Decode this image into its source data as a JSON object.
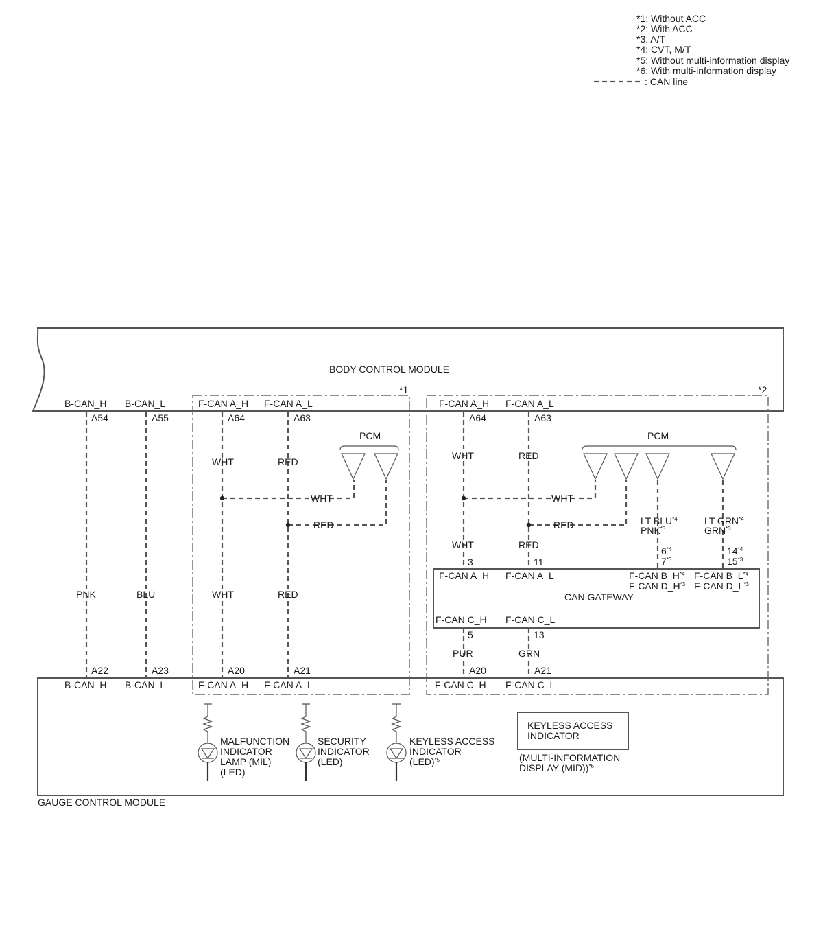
{
  "legend": {
    "notes": [
      "*1: Without ACC",
      "*2: With ACC",
      "*3: A/T",
      "*4: CVT, M/T",
      "*5: Without multi-information display",
      "*6: With multi-information display"
    ],
    "can_line": ": CAN line"
  },
  "modules": {
    "bcm": "BODY CONTROL MODULE",
    "gcm": "GAUGE CONTROL MODULE",
    "pcm": "PCM",
    "gateway": "CAN GATEWAY"
  },
  "variants": {
    "v1": "*1",
    "v2": "*2"
  },
  "bcm_pins": {
    "bcan_h": "B-CAN_H",
    "bcan_l": "B-CAN_L",
    "fcan_ah": "F-CAN A_H",
    "fcan_al": "F-CAN A_L",
    "a54": "A54",
    "a55": "A55",
    "a64": "A64",
    "a63": "A63"
  },
  "gcm_pins": {
    "bcan_h": "B-CAN_H",
    "bcan_l": "B-CAN_L",
    "fcan_ah": "F-CAN A_H",
    "fcan_al": "F-CAN A_L",
    "fcan_ch": "F-CAN C_H",
    "fcan_cl": "F-CAN C_L",
    "a22": "A22",
    "a23": "A23",
    "a20": "A20",
    "a21": "A21"
  },
  "wires": {
    "pnk": "PNK",
    "blu": "BLU",
    "wht": "WHT",
    "red": "RED",
    "pur": "PUR",
    "grn": "GRN",
    "lt_blu": "LT BLU",
    "pnk3": "PNK",
    "lt_grn": "LT GRN",
    "grn3": "GRN"
  },
  "gateway": {
    "fcan_ah": "F-CAN A_H",
    "fcan_al": "F-CAN A_L",
    "fcan_bh": "F-CAN B_H",
    "fcan_dh": "F-CAN D_H",
    "fcan_bl": "F-CAN B_L",
    "fcan_dl": "F-CAN D_L",
    "fcan_ch": "F-CAN C_H",
    "fcan_cl": "F-CAN C_L",
    "p3": "3",
    "p11": "11",
    "p6": "6",
    "p7": "7",
    "p14": "14",
    "p15": "15",
    "p5": "5",
    "p13": "13"
  },
  "superscripts": {
    "s3": "*3",
    "s4": "*4",
    "s5": "*5",
    "s6": "*6"
  },
  "indicators": {
    "mil": [
      "MALFUNCTION",
      "INDICATOR",
      "LAMP (MIL)",
      "(LED)"
    ],
    "security": [
      "SECURITY",
      "INDICATOR",
      "(LED)"
    ],
    "keyless_led": [
      "KEYLESS ACCESS",
      "INDICATOR",
      "(LED)"
    ],
    "keyless_box": [
      "KEYLESS ACCESS",
      "INDICATOR"
    ],
    "mid": [
      "(MULTI-INFORMATION",
      "DISPLAY (MID))"
    ]
  }
}
